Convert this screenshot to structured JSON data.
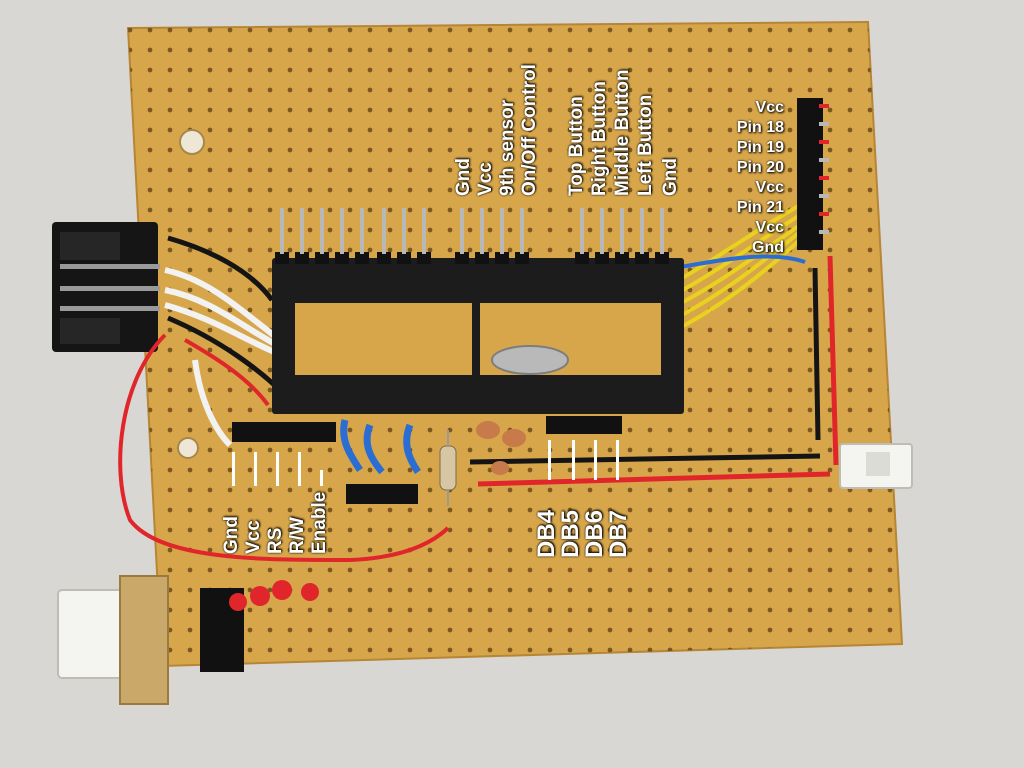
{
  "labels": {
    "top": [
      "Gnd",
      "Vcc",
      "9th sensor",
      "On/Off Control",
      "Top Button",
      "Right Button",
      "Middle Button",
      "Left Button",
      "Gnd"
    ],
    "right": [
      "Vcc",
      "Pin 18",
      "Pin 19",
      "Pin 20",
      "Vcc",
      "Pin 21",
      "Vcc",
      "Gnd"
    ],
    "bottom_left": [
      "Gnd",
      "Vcc",
      "RS",
      "R/W",
      "Enable"
    ],
    "bottom_data": [
      "DB4",
      "DB5",
      "DB6",
      "DB7"
    ]
  },
  "colors": {
    "board": "#d8a64a",
    "background": "#d9d7d3",
    "socket": "#1c1c1c",
    "wire_red": "#e0262b",
    "wire_black": "#141414",
    "wire_white": "#f2f2f2",
    "wire_yellow": "#e8d21e",
    "wire_blue": "#2a6ed4"
  }
}
